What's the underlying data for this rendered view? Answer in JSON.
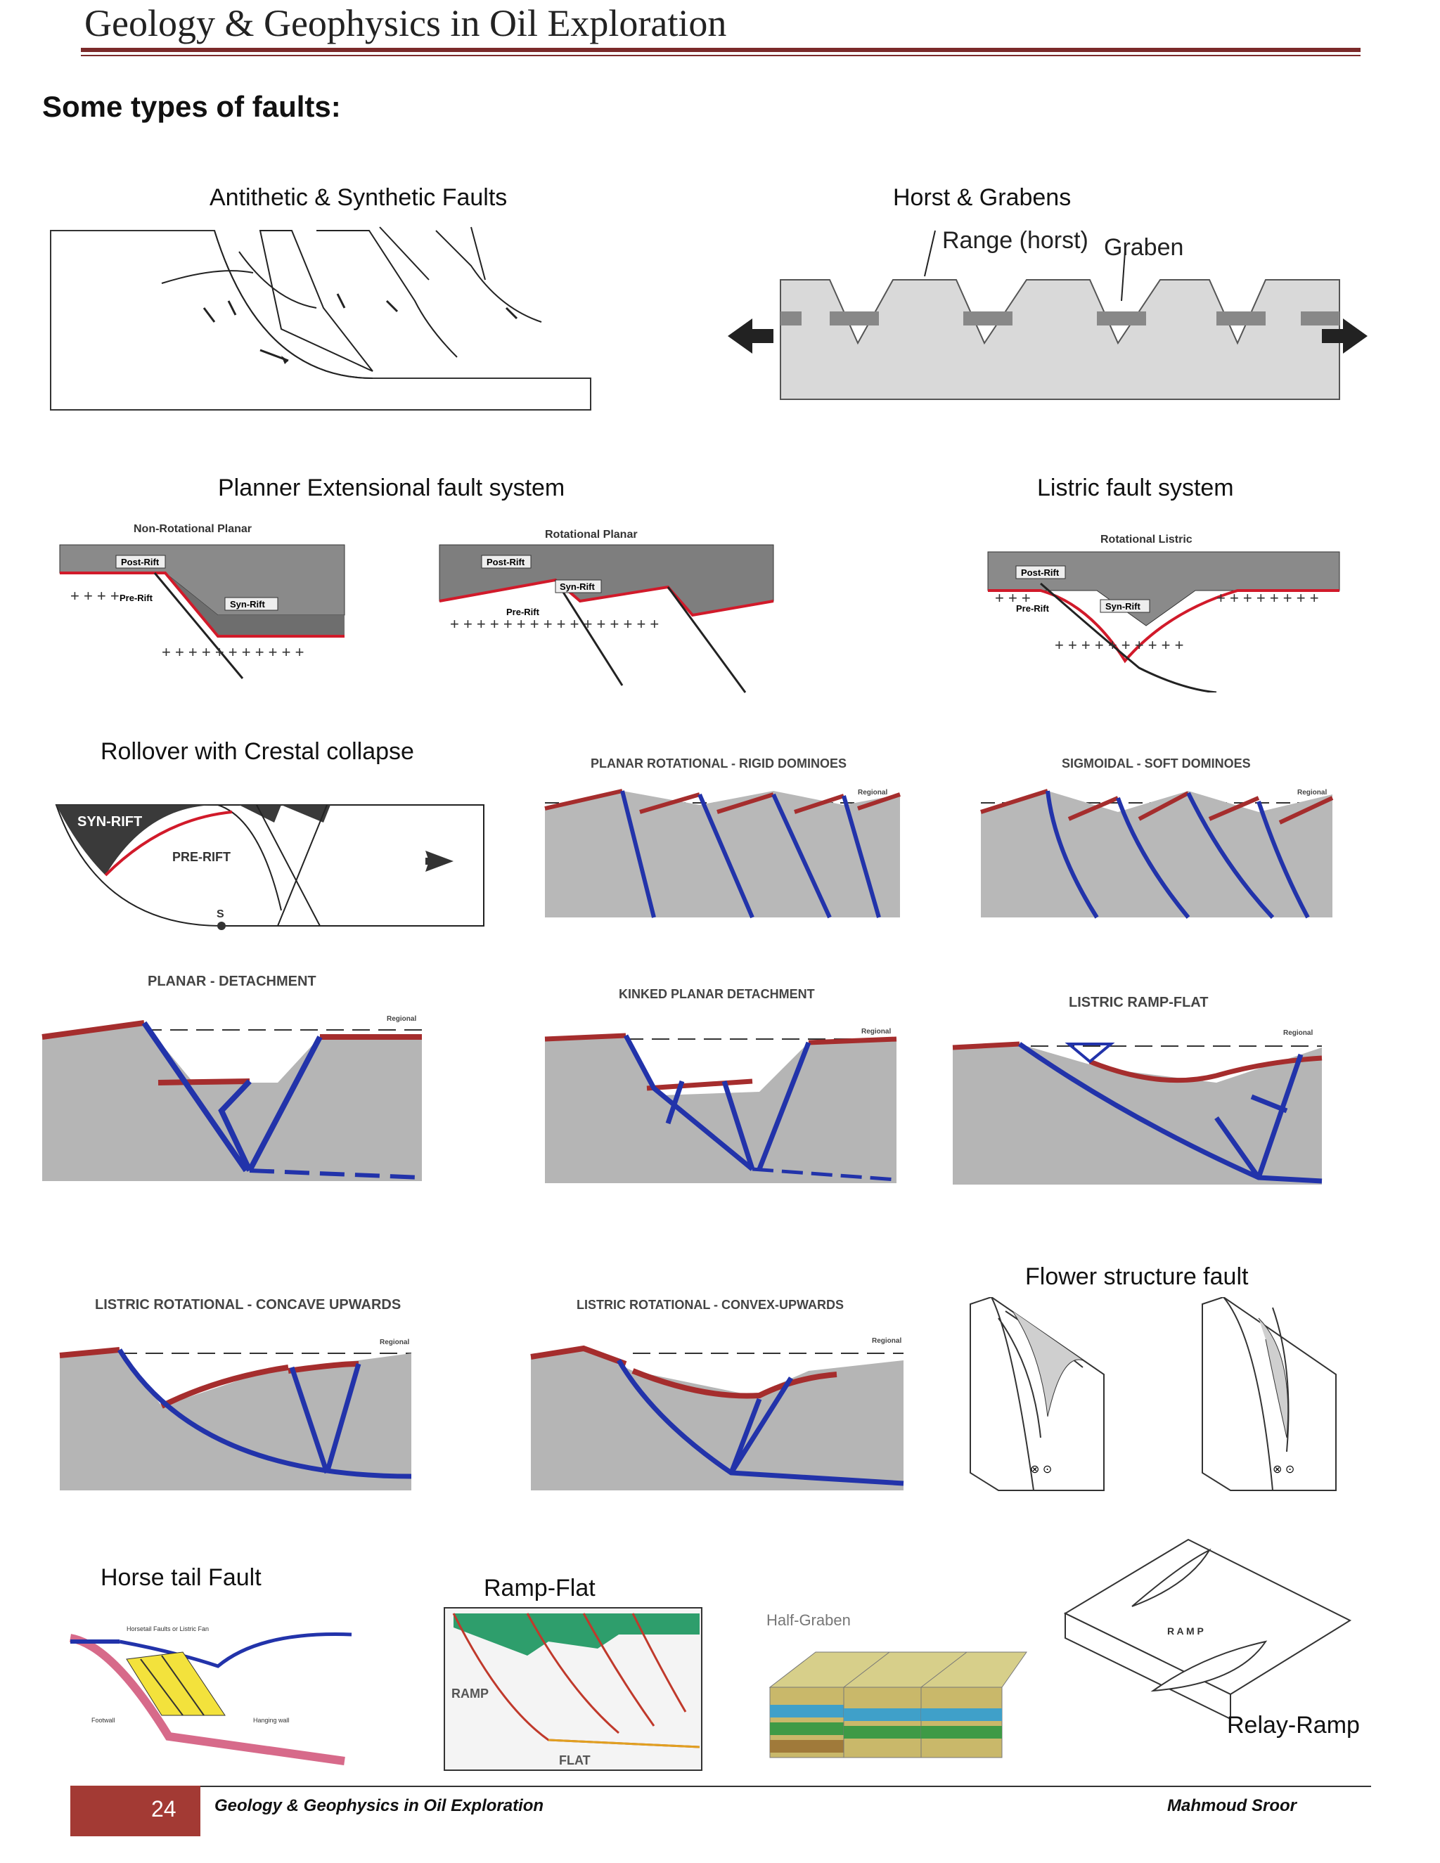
{
  "header": {
    "title": "Geology & Geophysics in Oil Exploration"
  },
  "section_title": "Some types of faults:",
  "figures": {
    "antithetic": {
      "caption": "Antithetic & Synthetic Faults"
    },
    "horst": {
      "caption": "Horst & Grabens",
      "label_range": "Range (horst)",
      "label_graben": "Graben"
    },
    "planner": {
      "caption": "Planner Extensional fault system",
      "left_title": "Non-Rotational Planar",
      "right_title": "Rotational Planar",
      "post_rift": "Post-Rift",
      "syn_rift": "Syn-Rift",
      "pre_rift": "Pre-Rift"
    },
    "listric": {
      "caption": "Listric fault system",
      "title": "Rotational Listric",
      "post_rift": "Post-Rift",
      "syn_rift": "Syn-Rift",
      "pre_rift": "Pre-Rift"
    },
    "rollover": {
      "caption": "Rollover with Crestal collapse",
      "syn_rift": "SYN-RIFT",
      "pre_rift": "PRE-RIFT",
      "s": "S"
    },
    "rigid": {
      "title": "PLANAR ROTATIONAL - RIGID DOMINOES",
      "regional": "Regional"
    },
    "soft": {
      "title": "SIGMOIDAL - SOFT DOMINOES",
      "regional": "Regional"
    },
    "detach": {
      "title": "PLANAR - DETACHMENT",
      "regional": "Regional"
    },
    "kinked": {
      "title": "KINKED PLANAR DETACHMENT",
      "regional": "Regional"
    },
    "rampflat_listric": {
      "title": "LISTRIC RAMP-FLAT",
      "regional": "Regional"
    },
    "concave": {
      "title": "LISTRIC ROTATIONAL - CONCAVE UPWARDS",
      "regional": "Regional"
    },
    "convex": {
      "title": "LISTRIC ROTATIONAL - CONVEX-UPWARDS",
      "regional": "Regional"
    },
    "flower": {
      "caption": "Flower structure fault"
    },
    "horsetail": {
      "caption": "Horse tail Fault",
      "footwall": "Footwall",
      "hanging": "Hanging wall",
      "splays": "Horsetail Faults or Listric Fan"
    },
    "ramp": {
      "caption": "Ramp-Flat",
      "ramp": "RAMP",
      "flat": "FLAT"
    },
    "halfgraben": {
      "title": "Half-Graben"
    },
    "relay": {
      "caption": "Relay-Ramp",
      "ramp": "R A M P"
    }
  },
  "footer": {
    "page_number": "24",
    "left_text": "Geology & Geophysics in Oil Exploration",
    "right_text": "Mahmoud Sroor"
  },
  "colors": {
    "accent": "#7b2a2a",
    "footer_box": "#a33a34",
    "fault_blue": "#2233aa",
    "horizon_red": "#b83a3a"
  }
}
